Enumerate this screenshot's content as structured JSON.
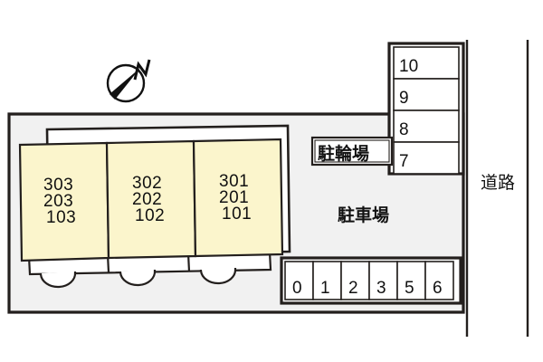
{
  "plan": {
    "title": "apartment-site-plan",
    "colors": {
      "unit_fill": "#fbf5cc",
      "site_fill": "#f1f1f1",
      "stroke": "#231f1d",
      "white": "#ffffff",
      "text": "#111111"
    },
    "compass": {
      "label": "N",
      "icon": "compass-north-icon"
    },
    "building": {
      "name": "apartment-building",
      "units": [
        {
          "id": "unit-303",
          "lines": [
            "303",
            "203",
            "103"
          ]
        },
        {
          "id": "unit-302",
          "lines": [
            "302",
            "202",
            "102"
          ]
        },
        {
          "id": "unit-301",
          "lines": [
            "301",
            "201",
            "101"
          ]
        }
      ]
    },
    "parking": {
      "area_label": "駐車場",
      "bicycle_label": "駐輪場",
      "stalls_bottom": [
        "0",
        "1",
        "2",
        "3",
        "5",
        "6"
      ],
      "stalls_right": [
        "10",
        "9",
        "8",
        "7"
      ]
    },
    "road": {
      "label": "道路"
    }
  }
}
